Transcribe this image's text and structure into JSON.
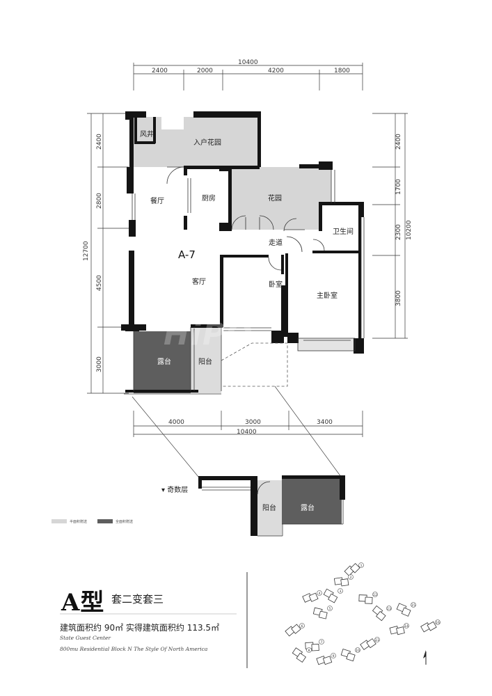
{
  "plan": {
    "unit_label": "A-7",
    "rooms": {
      "fengjing": "风井",
      "entry_garden": "入户花园",
      "dining": "餐厅",
      "kitchen": "厨房",
      "garden": "花园",
      "corridor": "走道",
      "bathroom": "卫生间",
      "living": "客厅",
      "bedroom": "卧室",
      "master_bedroom": "主卧室",
      "terrace": "露台",
      "balcony": "阳台"
    },
    "dims_top": {
      "total": "10400",
      "segments": [
        "2400",
        "2000",
        "4200",
        "1800"
      ]
    },
    "dims_bottom": {
      "total": "10400",
      "segments": [
        "4000",
        "3000",
        "3400"
      ]
    },
    "dims_left": {
      "total": "12700",
      "segments": [
        "2400",
        "2800",
        "4500",
        "3000"
      ]
    },
    "dims_right": {
      "total": "10200",
      "segments": [
        "2400",
        "1700",
        "2300",
        "3800"
      ]
    }
  },
  "odd_floor": {
    "label": "奇数层",
    "rooms": {
      "balcony": "阳台",
      "terrace": "露台"
    }
  },
  "legend": {
    "half_area": "半面积赠送",
    "full_area": "全面积赠送"
  },
  "title": {
    "main": "A型",
    "sub": "套二变套三",
    "area_line": "建筑面积约 90㎡  实得建筑面积约 113.5㎡",
    "script_1": "State Guest Center",
    "script_2": "800mu Residential Block N The Style Of North America"
  },
  "site_plan": {
    "building_numbers": [
      "1",
      "2",
      "3",
      "4",
      "5",
      "6",
      "7",
      "8",
      "9",
      "10",
      "11",
      "12",
      "13",
      "14",
      "15",
      "16"
    ]
  },
  "watermark": "HiPO",
  "colors": {
    "wall": "#141414",
    "half_area_fill": "#d6d6d6",
    "full_area_fill": "#5e5e5e"
  }
}
